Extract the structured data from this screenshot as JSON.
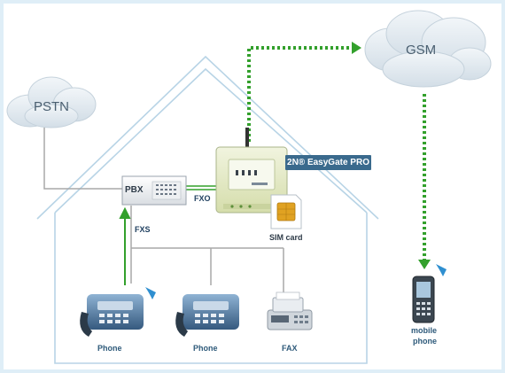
{
  "clouds": {
    "pstn": "PSTN",
    "gsm": "GSM"
  },
  "devices": {
    "pbx": "PBX",
    "gateway": "2N® EasyGate PRO",
    "sim": "SIM card",
    "phone_1": "Phone",
    "phone_2": "Phone",
    "fax": "FAX",
    "mobile_line1": "mobile",
    "mobile_line2": "phone"
  },
  "ports": {
    "fxo": "FXO",
    "fxs": "FXS"
  },
  "colors": {
    "house_outline": "#b8d4e6",
    "wire": "#a8a8a8",
    "link_green": "#33a02c",
    "gateway_body": "#e4ebc8",
    "cloud_fill": "#e6eef4",
    "badge": "#3a6a8d",
    "signal": "#2f8fd0"
  }
}
